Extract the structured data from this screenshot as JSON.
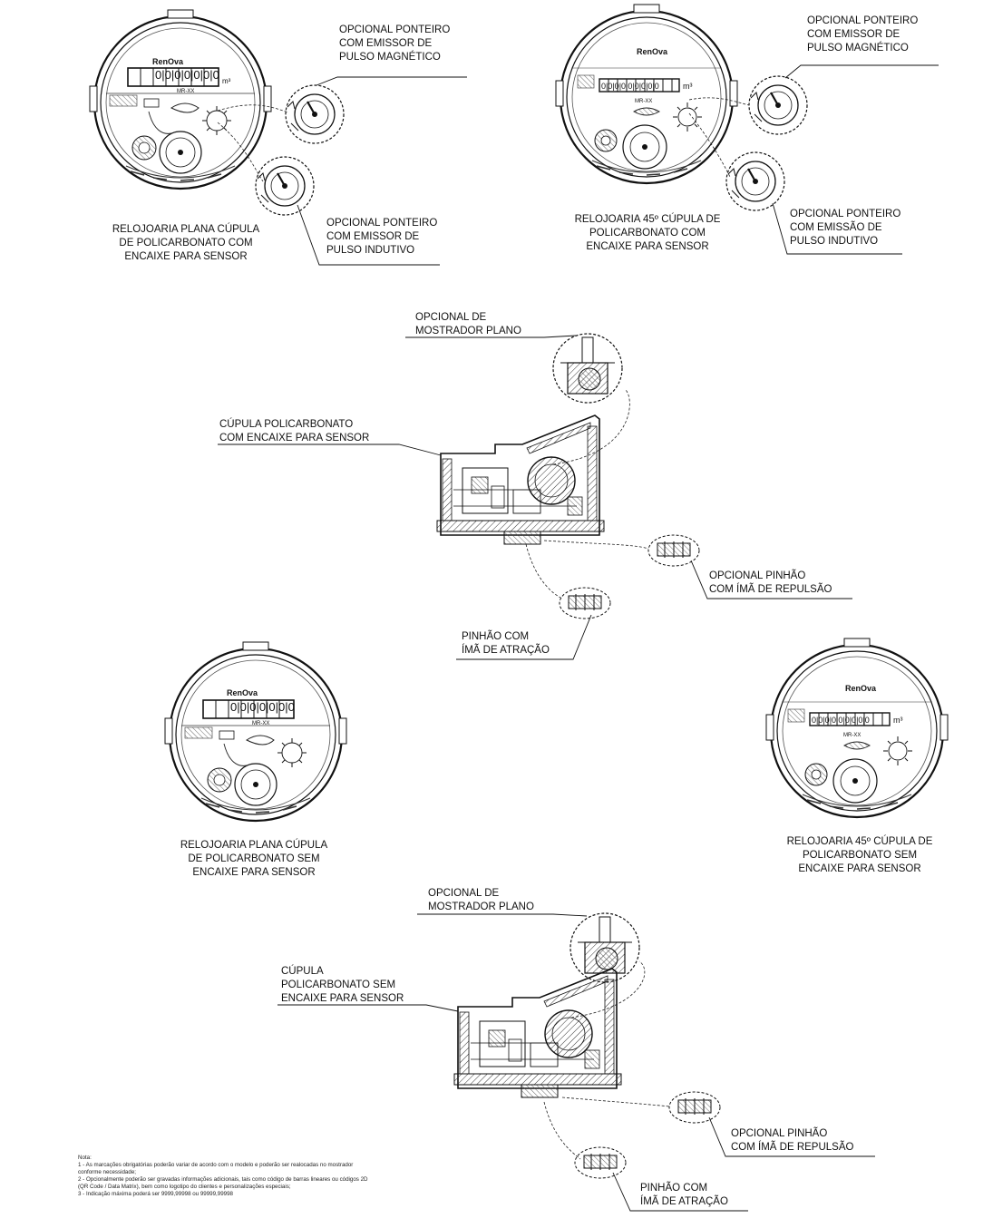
{
  "labels": {
    "mag1": [
      "OPCIONAL PONTEIRO",
      "COM EMISSOR DE",
      "PULSO MAGNÉTICO"
    ],
    "ind1": [
      "OPCIONAL PONTEIRO",
      "COM EMISSOR DE",
      "PULSO INDUTIVO"
    ],
    "plana_com": [
      "RELOJOARIA PLANA CÚPULA",
      "DE POLICARBONATO COM",
      "ENCAIXE PARA SENSOR"
    ],
    "mag2": [
      "OPCIONAL PONTEIRO",
      "COM EMISSOR DE",
      "PULSO MAGNÉTICO"
    ],
    "ind2": [
      "OPCIONAL PONTEIRO",
      "COM EMISSÃO DE",
      "PULSO INDUTIVO"
    ],
    "r45_com": [
      "RELOJOARIA 45º CÚPULA  DE",
      "POLICARBONATO COM",
      "ENCAIXE PARA SENSOR"
    ],
    "mostrador1": [
      "OPCIONAL DE",
      "MOSTRADOR  PLANO"
    ],
    "cupula_com": [
      "CÚPULA POLICARBONATO",
      "COM ENCAIXE PARA SENSOR"
    ],
    "repulsao1": [
      "OPCIONAL PINHÃO",
      "COM ÍMÃ DE REPULSÃO"
    ],
    "atracao1": [
      "PINHÃO COM",
      "ÍMÃ DE ATRAÇÃO"
    ],
    "plana_sem": [
      "RELOJOARIA PLANA CÚPULA",
      "DE POLICARBONATO SEM",
      "ENCAIXE PARA SENSOR"
    ],
    "r45_sem": [
      "RELOJOARIA 45º CÚPULA  DE",
      "POLICARBONATO  SEM",
      "ENCAIXE PARA SENSOR"
    ],
    "mostrador2": [
      "OPCIONAL DE",
      "MOSTRADOR  PLANO"
    ],
    "cupula_sem": [
      "CÚPULA",
      "POLICARBONATO  SEM",
      "ENCAIXE PARA SENSOR"
    ],
    "repulsao2": [
      "OPCIONAL PINHÃO",
      "COM ÍMÃ DE REPULSÃO"
    ],
    "atracao2": [
      "PINHÃO COM",
      "ÍMÃ DE ATRAÇÃO"
    ]
  },
  "dial": {
    "brand": "RenOva",
    "model": "MR-XX",
    "unit": "m³",
    "digits_plana": "0|0|0|0|0|0|0",
    "digits_45": "0|0|0|0|0|0|0|0|0"
  },
  "notes": [
    "Nota:",
    "1 - As marcações obrigatórias poderão variar de acordo com o modelo e poderão ser realocadas no mostrador",
    "conforme necessidade;",
    "2 - Opcionalmente poderão ser gravadas informações adicionais, tais como código de barras lineares ou códigos 2D",
    "(QR Code / Data Matrix), bem como logotipo do clientes e personalizações especiais;",
    "3 - Indicação máxima poderá ser 9999,99998 ou 99999,99998"
  ]
}
